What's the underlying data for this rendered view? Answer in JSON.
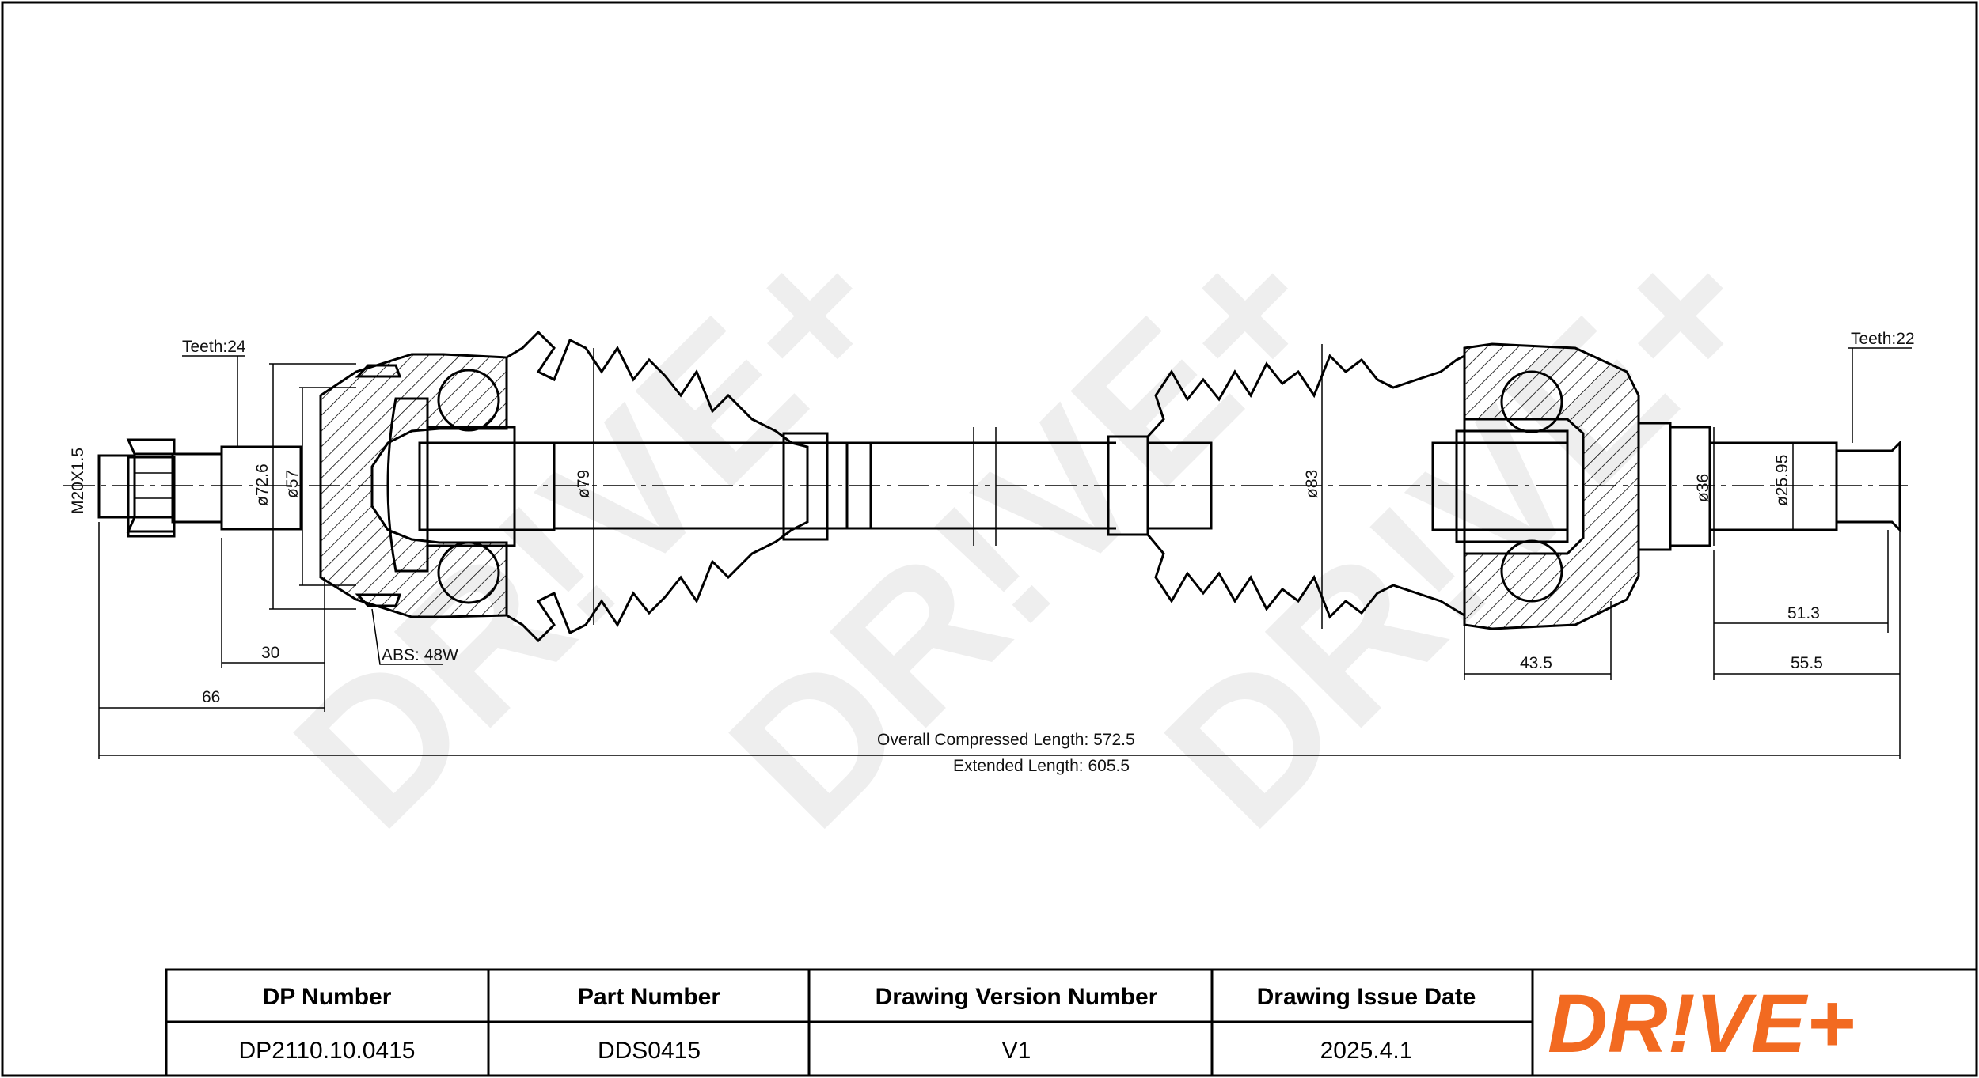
{
  "dimensions": {
    "teeth_left": "Teeth:24",
    "teeth_right": "Teeth:22",
    "thread": "M20X1.5",
    "dia_72_6": "ø72.6",
    "dia_57": "ø57",
    "dia_79": "ø79",
    "dia_83": "ø83",
    "dia_36": "ø36",
    "dia_25_95": "ø25.95",
    "abs": "ABS: 48W",
    "len_30": "30",
    "len_66": "66",
    "len_43_5": "43.5",
    "len_51_3": "51.3",
    "len_55_5": "55.5",
    "overall": "Overall  Compressed  Length: 572.5",
    "extended": "Extended  Length: 605.5"
  },
  "title_block": {
    "headers": [
      "DP Number",
      "Part Number",
      "Drawing Version Number",
      "Drawing Issue Date"
    ],
    "values": [
      "DP2110.10.0415",
      "DDS0415",
      "V1",
      "2025.4.1"
    ]
  },
  "logo": {
    "text": "DR!VE+",
    "color": "#f26a21"
  },
  "watermark": {
    "text": "DR!VE+",
    "color": "#eeeeee"
  }
}
